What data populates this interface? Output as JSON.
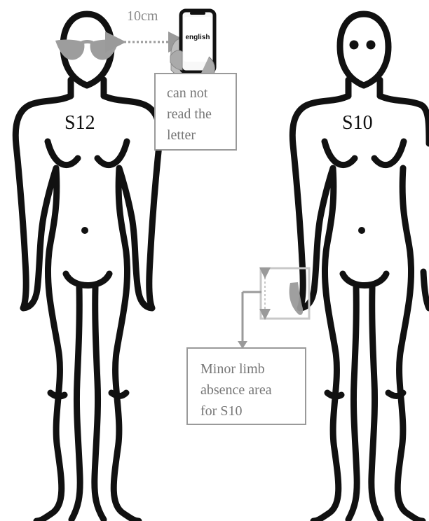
{
  "figure": {
    "left_subject": {
      "label": "S12",
      "distance_label": "10cm",
      "phone_text": "english",
      "note": "can not\nread the\nletter"
    },
    "right_subject": {
      "label": "S10",
      "note": "Minor limb\nabsence area\nfor S10"
    }
  },
  "colors": {
    "body_outline": "#111111",
    "annotation_gray": "#9a9a9a",
    "glasses_gray": "#9d9d9d",
    "limb_gray": "#8f8f8f"
  },
  "icons": {
    "phone": "smartphone-icon",
    "eyes": "eye-dot-icon",
    "glasses": "sunglasses-icon",
    "arrow": "double-arrow-icon"
  }
}
